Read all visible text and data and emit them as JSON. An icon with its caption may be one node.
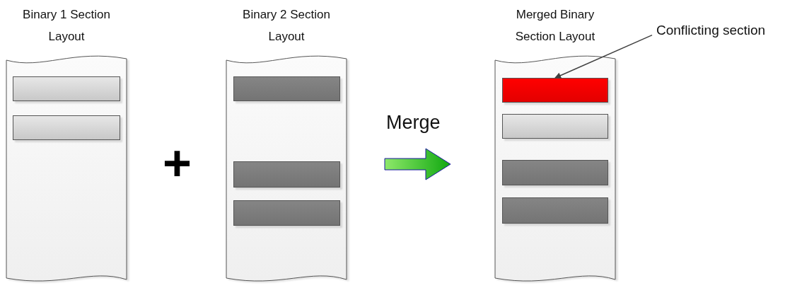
{
  "diagram": {
    "nodes": [
      {
        "text": [
          "Binary 1 Section Layout"
        ]
      },
      {
        "text": [],
        "shape": "box",
        "in": 0
      },
      {
        "text": [],
        "shape": "box",
        "in": 0
      },
      {
        "text": [
          "Binary 2 Section Layout"
        ]
      },
      {
        "text": [],
        "shape": "box",
        "in": 3
      },
      {
        "text": [],
        "shape": "box",
        "in": 3
      },
      {
        "text": [],
        "shape": "box",
        "in": 3
      },
      {
        "text": [
          "Merged Binary Section Layout"
        ]
      },
      {
        "text": [],
        "shape": "box",
        "in": 7
      },
      {
        "text": [],
        "shape": "box",
        "in": 7
      },
      {
        "text": [],
        "shape": "box",
        "in": 7
      },
      {
        "text": [],
        "shape": "box",
        "in": 7
      },
      {
        "text": [
          "Conflicting section"
        ]
      }
    ],
    "edges": [
      {
        "from": 3,
        "to": 7,
        "label": "Merge",
        "arrow": "to",
        "style": "thick"
      },
      {
        "from": 12,
        "to": 8,
        "arrow": "to"
      }
    ],
    "labels": [
      "+"
    ]
  }
}
